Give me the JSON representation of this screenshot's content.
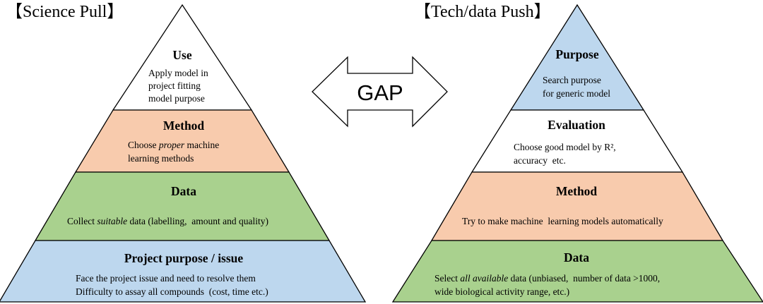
{
  "left_pyramid": {
    "title": "【Science Pull】",
    "tiers": [
      {
        "heading": "Use",
        "color": "#ffffff",
        "lines": [
          [
            {
              "t": "Apply model in"
            }
          ],
          [
            {
              "t": "project fitting"
            }
          ],
          [
            {
              "t": "model purpose"
            }
          ]
        ]
      },
      {
        "heading": "Method",
        "color": "#f8cbad",
        "lines": [
          [
            {
              "t": "Choose "
            },
            {
              "t": "proper",
              "i": true
            },
            {
              "t": " machine"
            }
          ],
          [
            {
              "t": "learning methods"
            }
          ]
        ]
      },
      {
        "heading": "Data",
        "color": "#a9d18e",
        "lines": [
          [
            {
              "t": "Collect "
            },
            {
              "t": "suitable",
              "i": true
            },
            {
              "t": " data (labelling,  amount and quality)"
            }
          ]
        ]
      },
      {
        "heading": "Project purpose / issue",
        "color": "#bdd7ee",
        "lines": [
          [
            {
              "t": "Face the project issue and need to resolve them"
            }
          ],
          [
            {
              "t": "Difficulty to assay all compounds  (cost, time etc.)"
            }
          ]
        ]
      }
    ]
  },
  "gap_arrow": {
    "label": "GAP"
  },
  "right_pyramid": {
    "title": "【Tech/data Push】",
    "tiers": [
      {
        "heading": "Purpose",
        "color": "#bdd7ee",
        "lines": [
          [
            {
              "t": "Search purpose"
            }
          ],
          [
            {
              "t": "for generic model"
            }
          ]
        ]
      },
      {
        "heading": "Evaluation",
        "color": "#ffffff",
        "lines": [
          [
            {
              "t": "Choose good model by R²,"
            }
          ],
          [
            {
              "t": "accuracy  etc."
            }
          ]
        ]
      },
      {
        "heading": "Method",
        "color": "#f8cbad",
        "lines": [
          [
            {
              "t": "Try to make machine  learning models automatically"
            }
          ]
        ]
      },
      {
        "heading": "Data",
        "color": "#a9d18e",
        "lines": [
          [
            {
              "t": "Select "
            },
            {
              "t": "all available",
              "i": true
            },
            {
              "t": " data (unbiased,  number of data >1000,"
            }
          ],
          [
            {
              "t": "wide biological activity range, etc.)"
            }
          ]
        ]
      }
    ]
  }
}
